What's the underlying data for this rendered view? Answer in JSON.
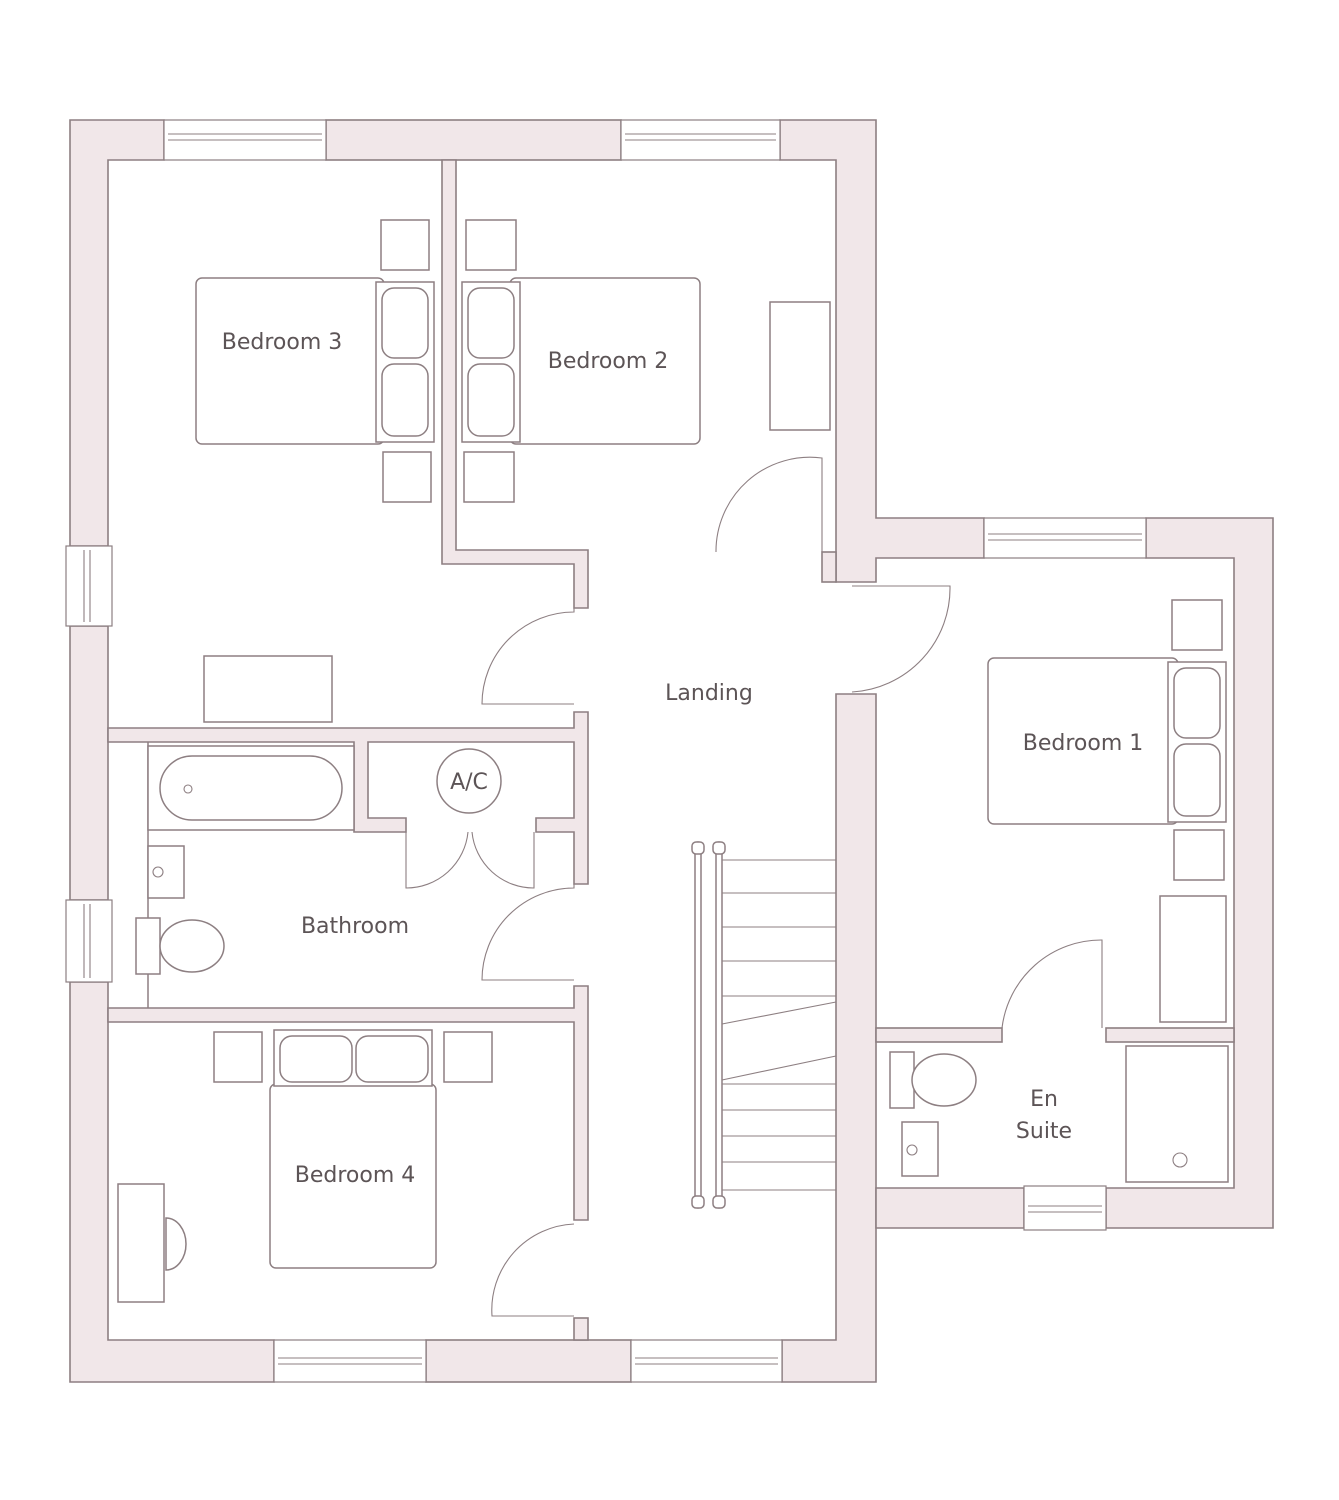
{
  "rooms": {
    "bedroom3": "Bedroom 3",
    "bedroom2": "Bedroom 2",
    "landing": "Landing",
    "bedroom1": "Bedroom 1",
    "ac": "A/C",
    "bathroom": "Bathroom",
    "bedroom4": "Bedroom 4",
    "ensuite_line1": "En",
    "ensuite_line2": "Suite"
  },
  "colors": {
    "wall_fill": "#f1e7e9",
    "line": "#8d7f82",
    "label": "#5c5456",
    "background": "#ffffff"
  }
}
